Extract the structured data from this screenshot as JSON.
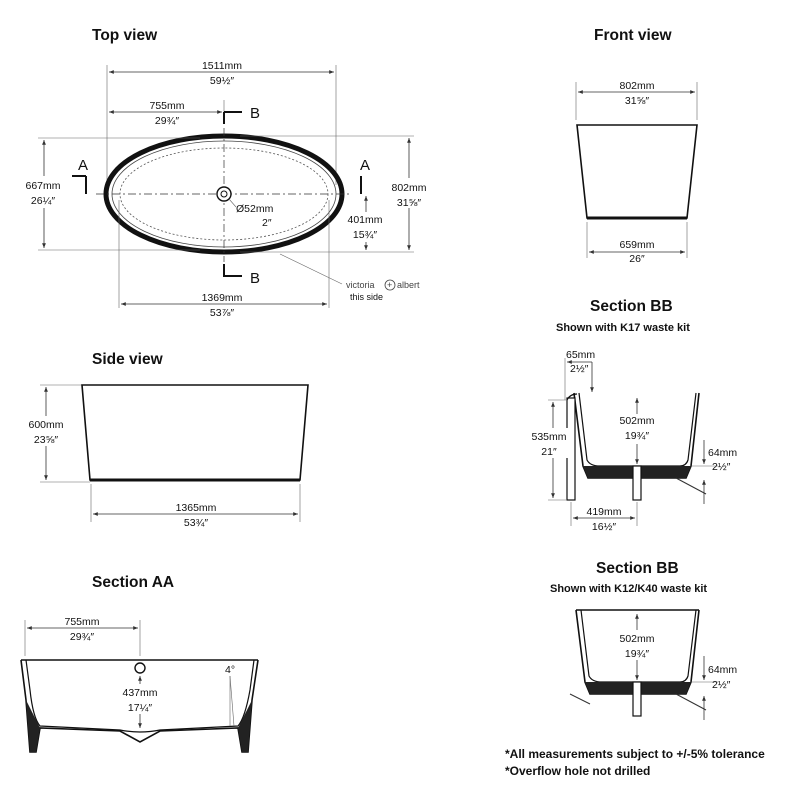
{
  "titles": {
    "top_view": "Top view",
    "front_view": "Front view",
    "side_view": "Side view",
    "section_aa": "Section AA",
    "section_bb_1": "Section BB",
    "section_bb_1_sub": "Shown with K17 waste kit",
    "section_bb_2": "Section BB",
    "section_bb_2_sub": "Shown with K12/K40 waste kit"
  },
  "top_view": {
    "overall_length_mm": "1511mm",
    "overall_length_in": "59½″",
    "half_length_mm": "755mm",
    "half_length_in": "29¾″",
    "width_mm": "667mm",
    "width_in": "26¼″",
    "height_mm": "802mm",
    "height_in": "31⅝″",
    "half_width_mm": "401mm",
    "half_width_in": "15¾″",
    "inner_length_mm": "1369mm",
    "inner_length_in": "53⅞″",
    "waste_mm": "Ø52mm",
    "waste_in": "2″",
    "section_a": "A",
    "section_b": "B",
    "logo_left": "victoria",
    "logo_plus": "+",
    "logo_right": "albert",
    "logo_caption": "this side"
  },
  "front_view": {
    "top_mm": "802mm",
    "top_in": "31⅝″",
    "bottom_mm": "659mm",
    "bottom_in": "26″"
  },
  "side_view": {
    "height_mm": "600mm",
    "height_in": "23⅝″",
    "bottom_mm": "1365mm",
    "bottom_in": "53¾″"
  },
  "section_aa": {
    "half_mm": "755mm",
    "half_in": "29¾″",
    "overflow_mm": "437mm",
    "overflow_in": "17¼″",
    "angle": "4°"
  },
  "section_bb_1": {
    "offset_mm": "65mm",
    "offset_in": "2½″",
    "height_mm": "535mm",
    "height_in": "21″",
    "depth_mm": "502mm",
    "depth_in": "19¾″",
    "base_mm": "64mm",
    "base_in": "2½″",
    "waste_pos_mm": "419mm",
    "waste_pos_in": "16½″"
  },
  "section_bb_2": {
    "depth_mm": "502mm",
    "depth_in": "19¾″",
    "base_mm": "64mm",
    "base_in": "2½″"
  },
  "notes": [
    "*All measurements subject to +/-5% tolerance",
    "*Overflow hole not drilled"
  ]
}
